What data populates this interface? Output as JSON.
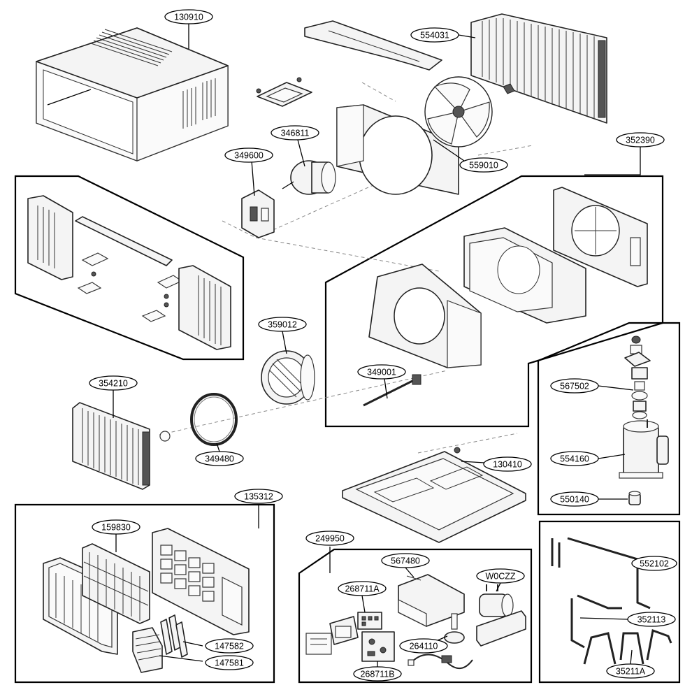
{
  "callouts": [
    {
      "id": "c1",
      "text": "130910"
    },
    {
      "id": "c2",
      "text": "554031"
    },
    {
      "id": "c3",
      "text": "346811"
    },
    {
      "id": "c4",
      "text": "349600"
    },
    {
      "id": "c5",
      "text": "559010"
    },
    {
      "id": "c6",
      "text": "352390"
    },
    {
      "id": "c7",
      "text": "359012"
    },
    {
      "id": "c8",
      "text": "349001"
    },
    {
      "id": "c9",
      "text": "354210"
    },
    {
      "id": "c10",
      "text": "567502"
    },
    {
      "id": "c11",
      "text": "554160"
    },
    {
      "id": "c12",
      "text": "550140"
    },
    {
      "id": "c13",
      "text": "349480"
    },
    {
      "id": "c14",
      "text": "130410"
    },
    {
      "id": "c15",
      "text": "135312"
    },
    {
      "id": "c16",
      "text": "159830"
    },
    {
      "id": "c17",
      "text": "147582"
    },
    {
      "id": "c18",
      "text": "147581"
    },
    {
      "id": "c19",
      "text": "249950"
    },
    {
      "id": "c20",
      "text": "567480"
    },
    {
      "id": "c21",
      "text": "W0CZZ"
    },
    {
      "id": "c22",
      "text": "268711A"
    },
    {
      "id": "c23",
      "text": "264110"
    },
    {
      "id": "c24",
      "text": "268711B"
    },
    {
      "id": "c25",
      "text": "552102"
    },
    {
      "id": "c26",
      "text": "352113"
    },
    {
      "id": "c27",
      "text": "35211A"
    }
  ]
}
